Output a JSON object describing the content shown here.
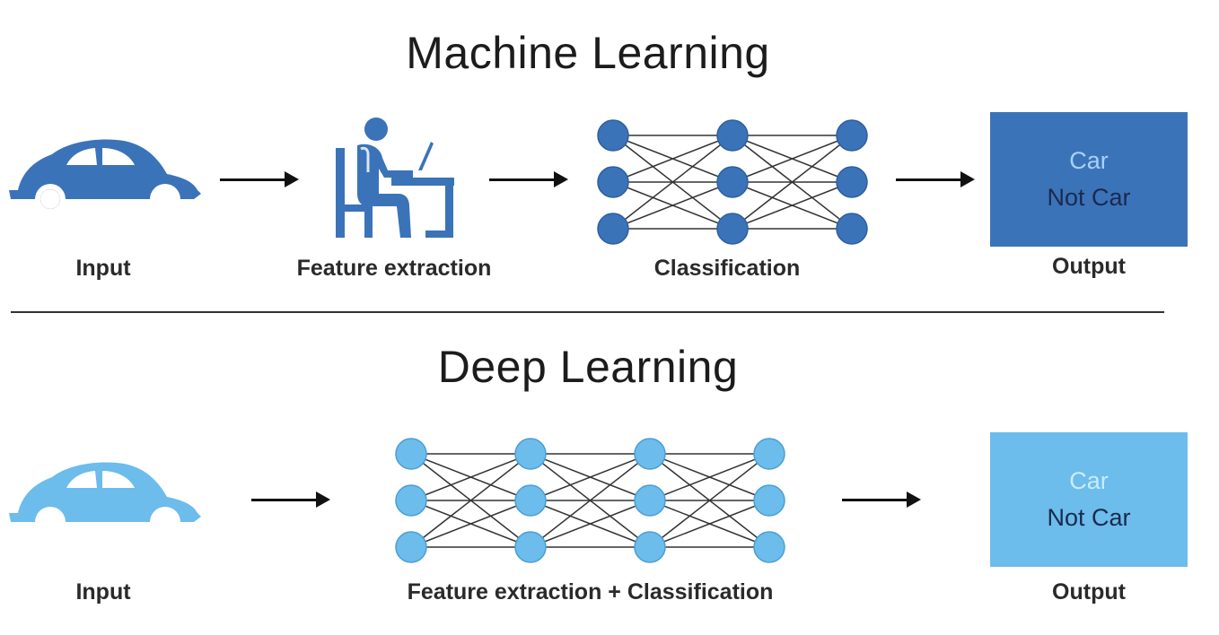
{
  "colors": {
    "ml_blue": "#3b73b9",
    "dl_blue": "#6cbcec",
    "car_text_ml": "#a9d0f5",
    "car_text_dl": "#c9ecfb",
    "not_car_text": "#1a2a4e",
    "arrow": "#111111"
  },
  "machine_learning": {
    "title": "Machine Learning",
    "stages": [
      {
        "label": "Input",
        "icon": "car-icon"
      },
      {
        "label": "Feature extraction",
        "icon": "person-at-computer-icon"
      },
      {
        "label": "Classification",
        "icon": "neural-network-icon"
      },
      {
        "label": "Output",
        "icon": "output-box"
      }
    ],
    "network_layers": [
      3,
      3,
      3
    ],
    "output_box": {
      "line1": "Car",
      "line2": "Not Car"
    }
  },
  "deep_learning": {
    "title": "Deep Learning",
    "stages": [
      {
        "label": "Input",
        "icon": "car-icon"
      },
      {
        "label": "Feature extraction + Classification",
        "icon": "neural-network-icon"
      },
      {
        "label": "Output",
        "icon": "output-box"
      }
    ],
    "network_layers": [
      3,
      3,
      3,
      3
    ],
    "output_box": {
      "line1": "Car",
      "line2": "Not Car"
    }
  }
}
